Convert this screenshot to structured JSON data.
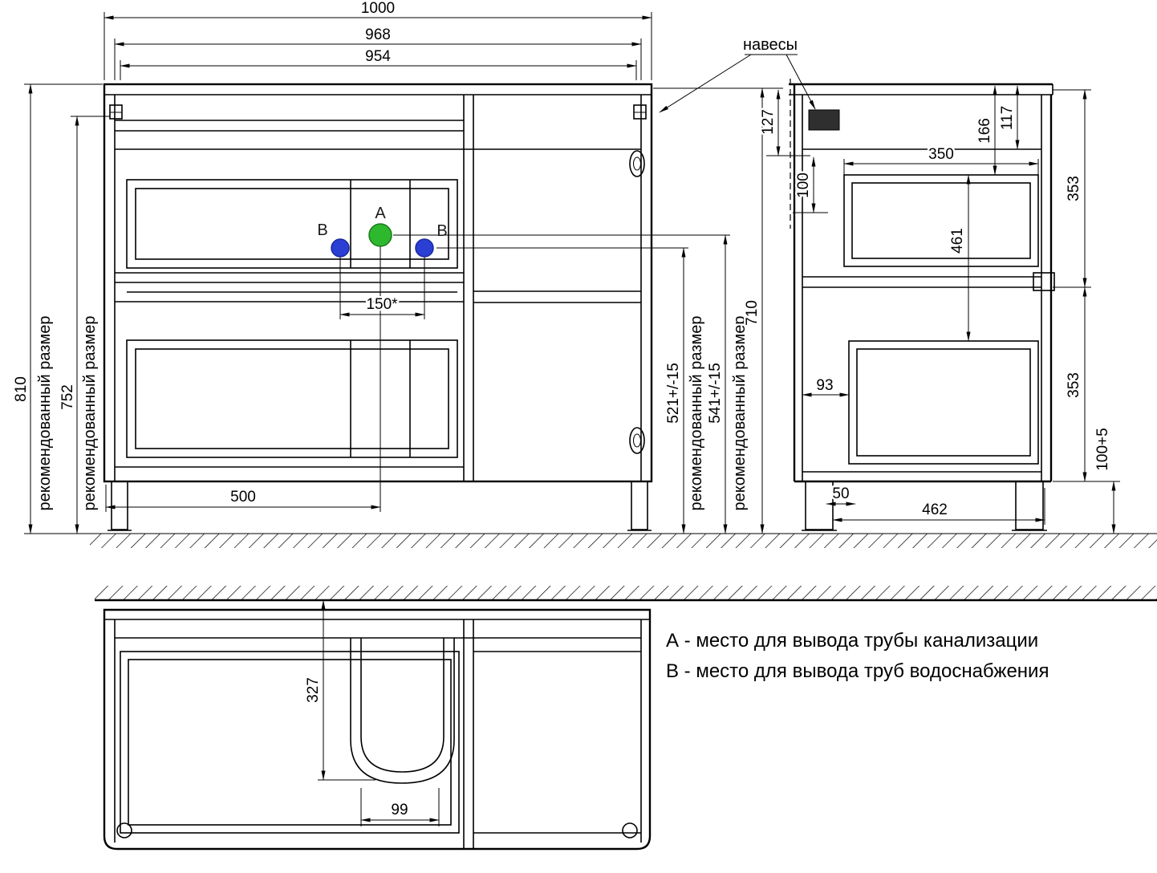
{
  "legend": {
    "line_a": "А - место для вывода трубы канализации",
    "line_b": "В - место для вывода труб водоснабжения"
  },
  "labels": {
    "hangers": "навесы",
    "recommended_size": "рекомендованный размер",
    "point_a": "А",
    "point_b": "В"
  },
  "front_view": {
    "dim_width_outer": "1000",
    "dim_width_mid": "968",
    "dim_width_inner": "954",
    "dim_height_left_outer": "810",
    "dim_height_left_inner": "752",
    "dim_points_gap": "150*",
    "dim_point_a_offset": "500",
    "dim_height_b": "521+/-15",
    "dim_height_a": "541+/-15",
    "dim_height_right": "710"
  },
  "side_view": {
    "dim_127": "127",
    "dim_100": "100",
    "dim_166": "166",
    "dim_117": "117",
    "dim_350": "350",
    "dim_461": "461",
    "dim_353_upper": "353",
    "dim_353_lower": "353",
    "dim_93": "93",
    "dim_leg_height": "100+5",
    "dim_50": "50",
    "dim_depth": "462"
  },
  "plan_view": {
    "dim_327": "327",
    "dim_99": "99"
  },
  "colors": {
    "point_a_fill": "#2eb82e",
    "point_b_fill": "#2b3fd4",
    "line": "#000000"
  }
}
